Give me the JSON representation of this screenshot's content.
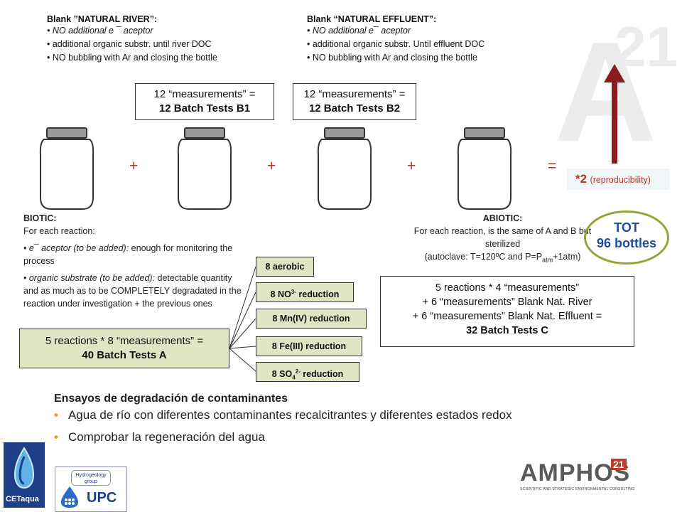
{
  "blank_river": {
    "title": "Blank ”NATURAL RIVER”:",
    "lines": [
      "• NO additional e ¯ aceptor",
      "• additional organic substr. until river DOC",
      "• NO bubbling with Ar and closing the bottle"
    ]
  },
  "blank_effluent": {
    "title": "Blank “NATURAL EFFLUENT”:",
    "lines": [
      "• NO additional  e¯ aceptor",
      "• additional organic substr. Until effluent DOC",
      "• NO bubbling with Ar and closing the bottle"
    ]
  },
  "box_b1": {
    "line1": "12 “measurements” =",
    "line2": "12 Batch Tests B1"
  },
  "box_b2": {
    "line1": "12 “measurements” =",
    "line2": "12 Batch Tests B2"
  },
  "operators": {
    "plus": "+",
    "equals": "="
  },
  "reproducibility": {
    "factor": "*2",
    "note": "(reproducibility)"
  },
  "total": {
    "line1": "TOT",
    "line2": "96 bottles"
  },
  "biotic": {
    "title": "BIOTIC:",
    "intro": "For each reaction:",
    "item1_emph": "• e¯ aceptor (to be added):",
    "item1_rest": " enough for monitoring the process",
    "item2_emph": "• organic substrate (to be added):",
    "item2_rest": " detectable quantity and as much as to be COMPLETELY degradated in the reaction under investigation + the previous ones"
  },
  "abiotic": {
    "title": "ABIOTIC:",
    "line1": "For each reaction, is the same of A and B but sterilized",
    "line2": "(autoclave: T=120ºC and P=P",
    "sub": "atm",
    "line2_end": "+1atm)"
  },
  "box_a": {
    "line1": "5 reactions * 8 “measurements” =",
    "line2": "40 Batch Tests A"
  },
  "reactions": [
    "8 aerobic",
    "8 NO3- reduction",
    "8 Mn(IV) reduction",
    "8 Fe(III) reduction",
    "8 SO42- reduction"
  ],
  "box_c": {
    "line1": "5 reactions * 4 “measurements”",
    "line2": "+ 6 “measurements” Blank Nat. River",
    "line3": "+ 6 “measurements” Blank Nat. Effluent =",
    "line4": "32 Batch Tests C"
  },
  "footer": {
    "heading": "Ensayos de degradación de contaminantes",
    "bullets": [
      "Agua de río con diferentes contaminantes recalcitrantes y diferentes estados redox",
      "Comprobar la regeneración del agua"
    ]
  },
  "logos": {
    "cetaqua": "CETaqua",
    "upc_group": "Hydrogeology group",
    "upc": "UPC",
    "amphos": "AMPHOS",
    "amphos_sup": "21",
    "amphos_tag": "SCIENTIFIC AND STRATEGIC ENVIRONMENTAL CONSULTING",
    "watermark": "A",
    "watermark_sup": "21"
  },
  "colors": {
    "accent_red": "#b13b2a",
    "olive": "#9aa03a",
    "box_green": "#dfe6c4",
    "jar_yellow": "#e9c64f"
  }
}
